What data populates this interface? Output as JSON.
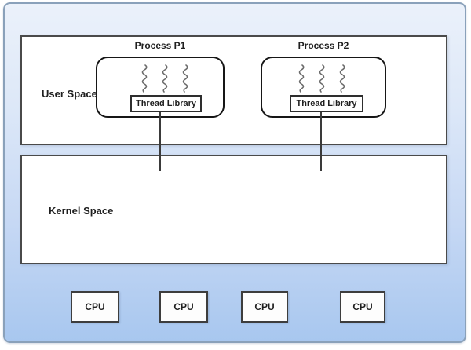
{
  "diagram": {
    "user_space": {
      "label": "User Space"
    },
    "kernel_space": {
      "label": "Kernel Space"
    },
    "processes": [
      {
        "name": "Process P1",
        "library": "Thread Library",
        "threads": 3
      },
      {
        "name": "Process P2",
        "library": "Thread Library",
        "threads": 3
      }
    ],
    "cpus": [
      "CPU",
      "CPU",
      "CPU",
      "CPU"
    ],
    "colors": {
      "canvas_gradient_top": "#ebf1fa",
      "canvas_gradient_bottom": "#a8c7ef",
      "frame_border": "#8aa1ba",
      "section_border": "#4a4a4a",
      "process_border": "#161616",
      "thread_stroke": "#6b6b6b",
      "text": "#1f1f1f"
    }
  }
}
